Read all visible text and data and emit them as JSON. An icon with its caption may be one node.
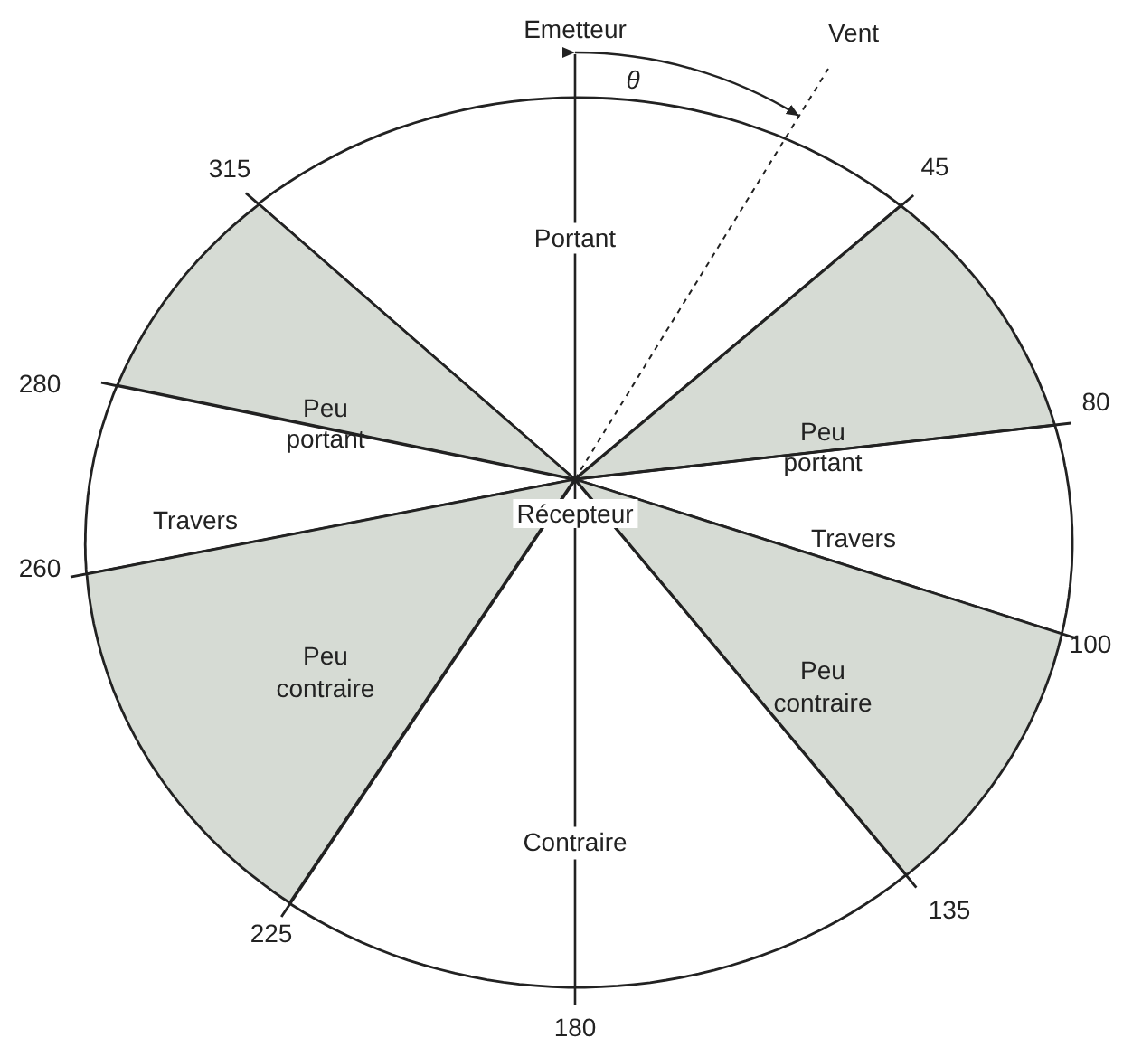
{
  "diagram": {
    "nodes": [
      {
        "text": [
          "Portant"
        ]
      },
      {
        "text": [
          "Peu portant"
        ]
      },
      {
        "text": [
          "Peu portant"
        ]
      },
      {
        "text": [
          "Travers"
        ]
      },
      {
        "text": [
          "Travers"
        ]
      },
      {
        "text": [
          "Peu contraire"
        ]
      },
      {
        "text": [
          "Peu contraire"
        ]
      },
      {
        "text": [
          "Contraire"
        ]
      }
    ],
    "labels": [
      "Emetteur",
      "Vent",
      "θ",
      "315",
      "45",
      "280",
      "80",
      "Récepteur",
      "260",
      "100",
      "225",
      "135",
      "180"
    ]
  }
}
